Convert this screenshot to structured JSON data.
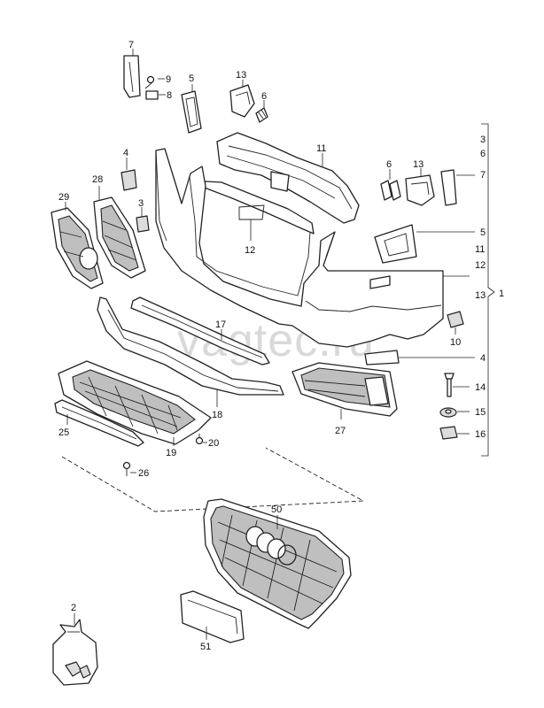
{
  "watermark": "vagtec.ru",
  "callouts": {
    "c7a": "7",
    "c9": "9",
    "c8": "8",
    "c5a": "5",
    "c13a": "13",
    "c6a": "6",
    "c11": "11",
    "c6b": "6",
    "c13b": "13",
    "c4a": "4",
    "c28": "28",
    "c29": "29",
    "c3": "3",
    "c12": "12",
    "c17": "17",
    "c18": "18",
    "c27": "27",
    "c10": "10",
    "c19": "19",
    "c20": "20",
    "c25": "25",
    "c26": "26",
    "c50": "50",
    "c51": "51",
    "c2": "2",
    "c14": "14",
    "c15": "15",
    "c16": "16",
    "c7b": "7",
    "c5b": "5",
    "c4b": "4"
  },
  "bracket_list": [
    "3",
    "6",
    "7",
    "5",
    "11",
    "12",
    "13",
    "1"
  ]
}
